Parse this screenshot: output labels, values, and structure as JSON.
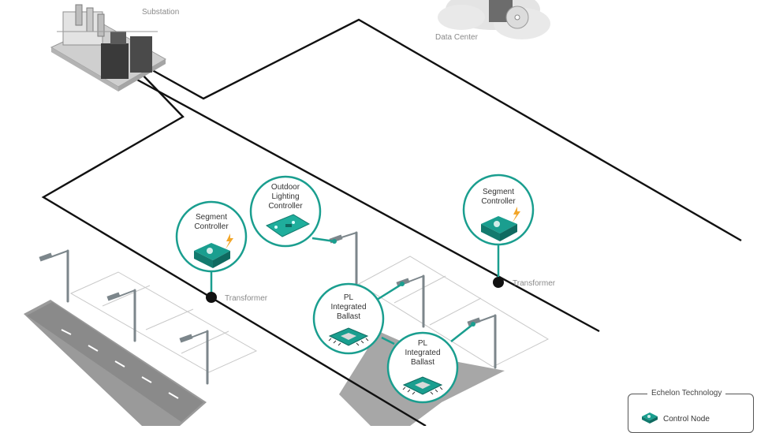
{
  "labels": {
    "substation": "Substation",
    "data_center": "Data Center",
    "transformer_left": "Transformer",
    "transformer_right": "Transformer"
  },
  "bubbles": {
    "segment_controller_left": {
      "line1": "Segment",
      "line2": "Controller"
    },
    "outdoor_lighting_controller": {
      "line1": "Outdoor",
      "line2": "Lighting",
      "line3": "Controller"
    },
    "segment_controller_right": {
      "line1": "Segment",
      "line2": "Controller"
    },
    "pl_ballast_1": {
      "line1": "PL",
      "line2": "Integrated",
      "line3": "Ballast"
    },
    "pl_ballast_2": {
      "line1": "PL",
      "line2": "Integrated",
      "line3": "Ballast"
    }
  },
  "legend": {
    "title": "Echelon Technology",
    "items": [
      {
        "label": "Control Node",
        "icon": "control-node-icon"
      }
    ]
  },
  "colors": {
    "accent": "#1a9e8f",
    "accent_dark": "#127a6e",
    "wire": "#111111",
    "road": "#8f8f8f",
    "lamp": "#7c868b"
  }
}
